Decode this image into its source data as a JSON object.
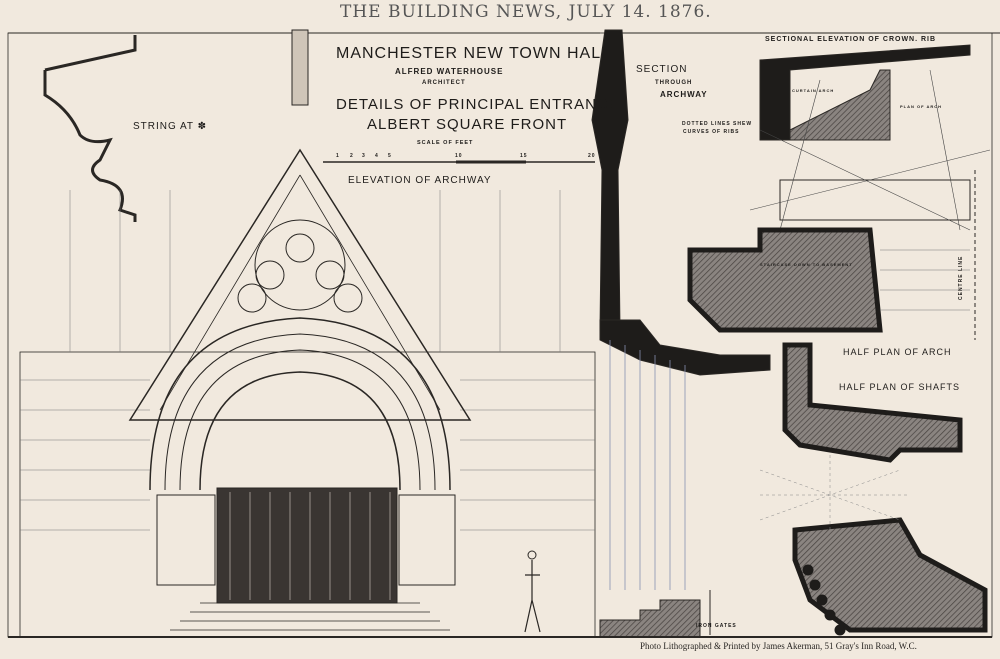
{
  "header": "THE BUILDING NEWS, JULY 14. 1876.",
  "title": {
    "main": "MANCHESTER NEW TOWN HALL",
    "architect_name": "ALFRED WATERHOUSE",
    "architect_role": "ARCHITECT",
    "subtitle1": "DETAILS OF PRINCIPAL ENTRANCE",
    "subtitle2": "ALBERT SQUARE FRONT"
  },
  "scale": {
    "label": "SCALE OF FEET",
    "ticks": [
      "1",
      "2",
      "3",
      "4",
      "5",
      "10",
      "15",
      "20"
    ]
  },
  "labels": {
    "string_at": "STRING AT ✽",
    "elevation": "ELEVATION OF ARCHWAY",
    "section_1": "SECTION",
    "section_2": "THROUGH",
    "section_3": "ARCHWAY",
    "crown_rib": "SECTIONAL ELEVATION OF CROWN. RIB",
    "curtain_arch": "CURTAIN ARCH",
    "plan_of_arch": "PLAN OF ARCH",
    "dotted_1": "DOTTED LINES SHEW",
    "dotted_2": "CURVES OF RIBS",
    "staircase": "STAIRCASE DOWN TO BASEMENT",
    "centre_line": "CENTRE LINE",
    "half_plan_arch": "HALF PLAN OF ARCH",
    "half_plan_shafts": "HALF PLAN OF SHAFTS",
    "iron_gates": "IRON GATES"
  },
  "credit": "Photo Lithographed & Printed by James Akerman, 51 Gray's Inn Road, W.C.",
  "colors": {
    "paper": "#f1e9de",
    "ink": "#1e1c1a",
    "hatch": "#6a6460"
  }
}
